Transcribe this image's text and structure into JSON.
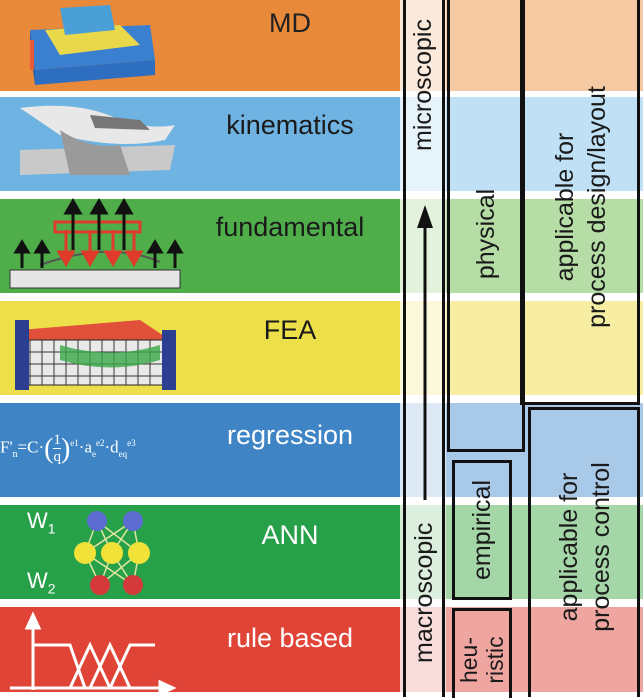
{
  "levels": {
    "md": "MD",
    "kinematics": "kinematics",
    "fundamental": "fundamental",
    "fea": "FEA",
    "regression": "regression",
    "ann": "ANN",
    "rule_based": "rule based"
  },
  "axis": {
    "top": "microscopic",
    "bottom": "macroscopic"
  },
  "categories": {
    "physical": "physical",
    "empirical": "empirical",
    "heuristic": "heu-\nristic"
  },
  "applicability": {
    "design": "applicable for\nprocess design/layout",
    "control": "applicable for\nprocess control"
  },
  "icons": {
    "ann_w1": "W",
    "ann_w1_sub": "1",
    "ann_w2": "W",
    "ann_w2_sub": "2",
    "formula_main": "F'",
    "formula_sub": "n",
    "formula_eq": "=C·",
    "formula_num": "1",
    "formula_den": "q",
    "formula_e1": "e1",
    "formula_a": "·a",
    "formula_a_sub": "e",
    "formula_e2": "e2",
    "formula_d": "·d",
    "formula_d_sub": "eq",
    "formula_e3": "e3"
  },
  "colors": {
    "md": "#e98a3a",
    "kinematics": "#6fb3e3",
    "fundamental": "#4fae4a",
    "fea": "#ecdf4a",
    "regression": "#3f85c6",
    "ann": "#27a04a",
    "rule_based": "#e04436",
    "md_light": "#f5c9a2",
    "kin_light": "#bfe0f5",
    "fund_light": "#b6dda5",
    "fea_light": "#f7eea3",
    "reg_light": "#a9c9e8",
    "ann_light": "#a4d6a7",
    "rule_light": "#f0a6a0"
  }
}
